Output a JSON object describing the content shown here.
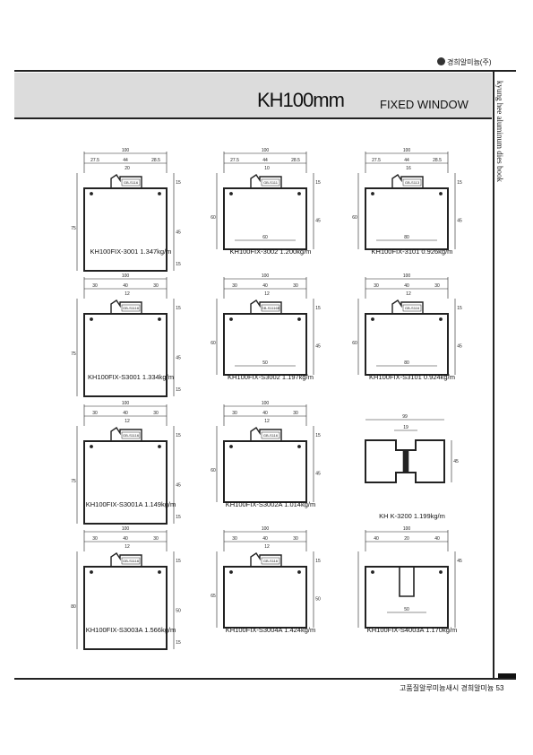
{
  "header": {
    "brand": "경희알미늄(주)",
    "title_main": "KH100mm",
    "title_sub": "FIXED WINDOW",
    "side_caption": "kyung hee aluminum dies book"
  },
  "footer": {
    "text": "고품질알루미늄새시 경희알미늄",
    "page": "53"
  },
  "figures": [
    {
      "caption": "KH100FIX-3001  1.347kg/m",
      "top": [
        "100",
        "27.5",
        "44",
        "28.5",
        "20"
      ],
      "gb": "GB-S116",
      "left": [
        "75"
      ],
      "right": [
        "15",
        "45",
        "15"
      ],
      "inner": ""
    },
    {
      "caption": "KH100FIX-3002  1.200kg/m",
      "top": [
        "100",
        "27.5",
        "44",
        "28.5",
        "10"
      ],
      "gb": "GB-S111",
      "left": [
        "60"
      ],
      "right": [
        "15",
        "45"
      ],
      "inner": "60"
    },
    {
      "caption": "KH100FIX-3101  0.926kg/m",
      "top": [
        "100",
        "27.5",
        "44",
        "28.5",
        "16"
      ],
      "gb": "GB-S113",
      "left": [
        "60"
      ],
      "right": [
        "15",
        "45"
      ],
      "inner": "80"
    },
    {
      "caption": "KH100FIX-S3001  1.334kg/m",
      "top": [
        "100",
        "30",
        "40",
        "30",
        "12"
      ],
      "gb": "GB-S1116",
      "left": [
        "75"
      ],
      "right": [
        "15",
        "45",
        "15"
      ],
      "inner": ""
    },
    {
      "caption": "KH100FIX-S3002  1.197kg/m",
      "top": [
        "100",
        "30",
        "40",
        "30",
        "12"
      ],
      "gb": "GB-S1116B",
      "left": [
        "60"
      ],
      "right": [
        "15",
        "45"
      ],
      "inner": "50"
    },
    {
      "caption": "KH100FIX-S3101  0.924kg/m",
      "top": [
        "100",
        "30",
        "40",
        "30",
        "12"
      ],
      "gb": "GB-S116",
      "left": [
        "60"
      ],
      "right": [
        "15",
        "45"
      ],
      "inner": "80"
    },
    {
      "caption": "KH100FIX-S3001A  1.149kg/m",
      "top": [
        "100",
        "30",
        "40",
        "30",
        "12"
      ],
      "gb": "GB-S1116",
      "left": [
        "75"
      ],
      "right": [
        "15",
        "45",
        "15"
      ],
      "inner": ""
    },
    {
      "caption": "KH100FIX-S3002A  1.014kg/m",
      "top": [
        "100",
        "30",
        "40",
        "30",
        "12"
      ],
      "gb": "GB-S116",
      "left": [
        "60"
      ],
      "right": [
        "15",
        "45"
      ],
      "inner": ""
    },
    {
      "caption": "KH K-3200  1.199kg/m",
      "top": [
        "99",
        "",
        "19",
        "",
        ""
      ],
      "gb": "",
      "left": [
        ""
      ],
      "right": [
        "45"
      ],
      "inner": ""
    },
    {
      "caption": "KH100FIX-S3003A  1.566kg/m",
      "top": [
        "100",
        "30",
        "40",
        "30",
        "12"
      ],
      "gb": "GB-S1116",
      "left": [
        "80"
      ],
      "right": [
        "15",
        "50",
        "15"
      ],
      "inner": ""
    },
    {
      "caption": "KH100FIX-S3004A  1.424kg/m",
      "top": [
        "100",
        "30",
        "40",
        "30",
        "12"
      ],
      "gb": "GB-S116",
      "left": [
        "65"
      ],
      "right": [
        "15",
        "50"
      ],
      "inner": ""
    },
    {
      "caption": "KH100FIX-S4003A  1.170kg/m",
      "top": [
        "100",
        "40",
        "20",
        "40",
        ""
      ],
      "gb": "",
      "left": [
        ""
      ],
      "right": [
        "45"
      ],
      "inner": "50"
    }
  ]
}
